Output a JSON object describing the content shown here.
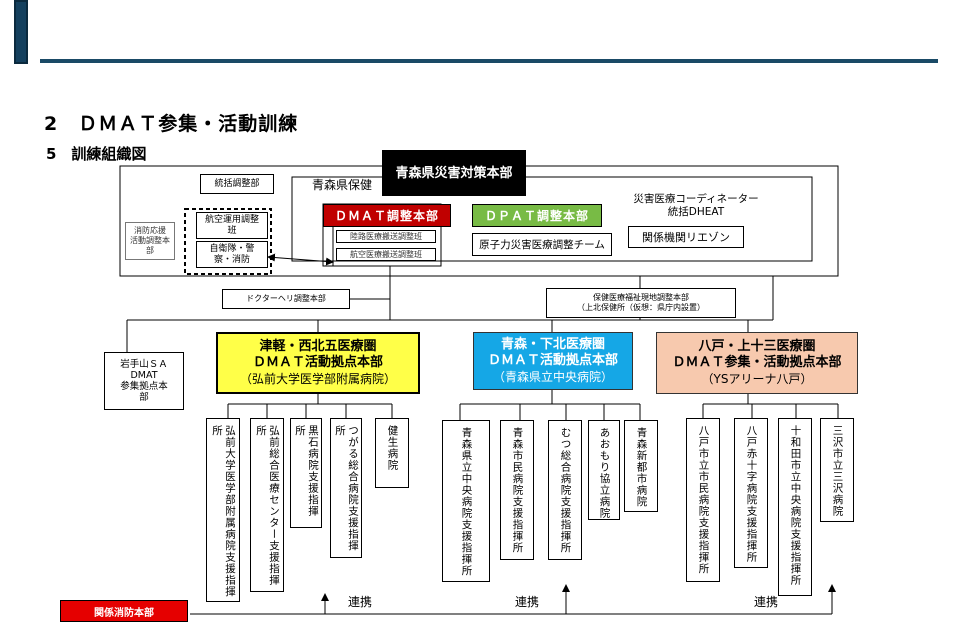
{
  "header": {
    "title": "2　ＤＭＡＴ参集・活動訓練",
    "subtitle": "5　訓練組織図"
  },
  "top": {
    "prefecture_hq": "青森県災害対策本部",
    "health_hq": "青森県保健",
    "dmat_hq": "ＤＭＡＴ調整本部",
    "dpat_hq": "ＤＰＡＴ調整本部",
    "coordinator": "災害医療コーディネーター\n統括DHEAT",
    "liaison": "関係機関リエゾン",
    "nuclear": "原子力災害医療調整チーム",
    "unified_coord": "統括調整部",
    "aviation_ops": "航空運用調整\n班",
    "aviation_agencies": "自衛隊・警\n察・消防",
    "land_transport": "陸路医療搬送調整班",
    "air_transport": "航空医療搬送調整班",
    "left_small": "消防応援\n活動調整本\n部",
    "doctor_heli": "ドクターヘリ調整本部",
    "local_health": "保健医療福祉現地調整本部\n（上北保健所（仮想：県庁内設置）"
  },
  "bases": {
    "iwate": "岩手山ＳＡ\nDMAT\n参集拠点本\n部",
    "tsugaru": {
      "line1": "津軽・西北五医療圏",
      "line2": "ＤＭＡＴ活動拠点本部",
      "line3": "（弘前大学医学部附属病院）"
    },
    "aomori": {
      "line1": "青森・下北医療圏",
      "line2": "ＤＭＡＴ活動拠点本部",
      "line3": "（青森県立中央病院）"
    },
    "hachinohe": {
      "line1": "八戸・上十三医療圏",
      "line2": "ＤＭＡＴ参集・活動拠点本部",
      "line3": "（YSアリーナ八戸）"
    }
  },
  "hospitals": {
    "tsugaru": [
      "弘前大学医学部附属病院支援指揮所",
      "弘前総合医療センター支援指揮所",
      "黒石病院支援指揮所",
      "つがる総合病院支援指揮所",
      "健生病院"
    ],
    "aomori": [
      "青森県立中央病院支援指揮所",
      "青森市民病院支援指揮所",
      "むつ総合病院支援指揮所",
      "あおもり協立病院",
      "青森新都市病院"
    ],
    "hachinohe": [
      "八戸市立市民病院支援指揮所",
      "八戸赤十字病院支援指揮所",
      "十和田市立中央病院支援指揮所",
      "三沢市立三沢病院"
    ]
  },
  "footer": {
    "fire_hq": "関係消防本部",
    "renkei": [
      "連携",
      "連携",
      "連携"
    ]
  }
}
